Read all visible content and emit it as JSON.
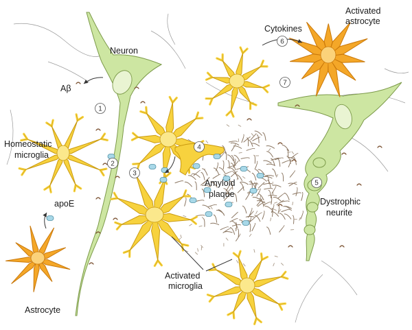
{
  "labels": {
    "neuron": "Neuron",
    "abeta": "Aβ",
    "homeostatic_line1": "Homeostatic",
    "homeostatic_line2": "microglia",
    "apoe": "apoE",
    "astrocyte": "Astrocyte",
    "cytokines": "Cytokines",
    "activated_astro_line1": "Activated",
    "activated_astro_line2": "astrocyte",
    "plaque_line1": "Amyloid",
    "plaque_line2": "plaque",
    "dystrophic_line1": "Dystrophic",
    "dystrophic_line2": "neurite",
    "activated_micro_line1": "Activated",
    "activated_micro_line2": "microglia"
  },
  "steps": [
    "1",
    "2",
    "3",
    "4",
    "5",
    "6",
    "7"
  ],
  "colors": {
    "microglia_fill": "#f7d23e",
    "microglia_stroke": "#c99a10",
    "microglia_nucleus": "#fbe88c",
    "astro_fill": "#f4a728",
    "astro_stroke": "#c9780a",
    "astro_nucleus": "#fbd27a",
    "neuron_fill": "#cde6a2",
    "neuron_stroke": "#7c9a4a",
    "apoe_fill": "#a8d8e8",
    "apoe_stroke": "#4d8ea3",
    "fibril": "#8a7560",
    "abeta": "#7a5030",
    "line": "#555555"
  }
}
